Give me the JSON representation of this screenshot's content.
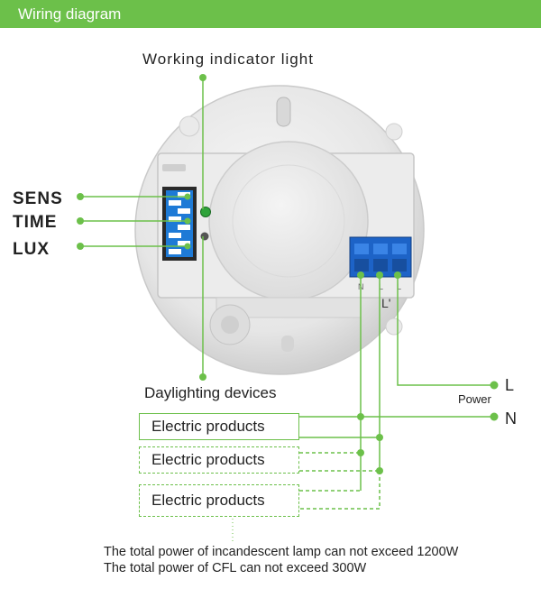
{
  "header": {
    "title": "Wiring diagram",
    "bg_color": "#6cc04a"
  },
  "labels": {
    "working_indicator": "Working indicator light",
    "daylighting": "Daylighting devices",
    "sens": "SENS",
    "time": "TIME",
    "lux": "LUX",
    "power": "Power",
    "terminal_l": "L",
    "terminal_n": "N",
    "device_l_prime": "L'",
    "device_n": "N",
    "device_l": "L"
  },
  "products": [
    "Electric products",
    "Electric products",
    "Electric products"
  ],
  "notes": [
    "The total power of incandescent lamp can not exceed 1200W",
    "The total power of CFL can not exceed 300W"
  ],
  "colors": {
    "line": "#6cc04a",
    "terminal": "#1d63c7",
    "device": "#ececec"
  }
}
